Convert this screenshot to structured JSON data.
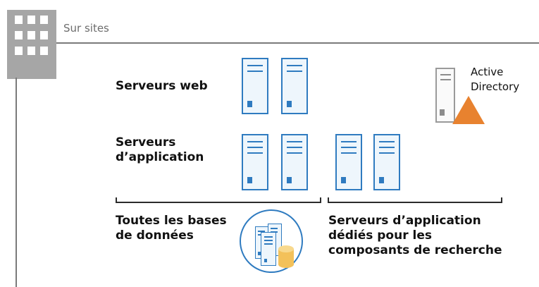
{
  "header": {
    "site_label": "Sur sites"
  },
  "rows": {
    "web": "Serveurs web",
    "application": "Serveurs d’application",
    "databases": "Toutes les bases de données",
    "search": "Serveurs d’application dédiés pour les composants de recherche"
  },
  "active_directory": {
    "label": "Active Directory"
  },
  "colors": {
    "server_blue": "#2f7bc0",
    "building_gray": "#a6a6a6",
    "ad_orange": "#e8822f",
    "db_yellow": "#f3c15a"
  },
  "icons": [
    "building-icon",
    "server-icon",
    "active-directory-icon",
    "database-icon"
  ]
}
